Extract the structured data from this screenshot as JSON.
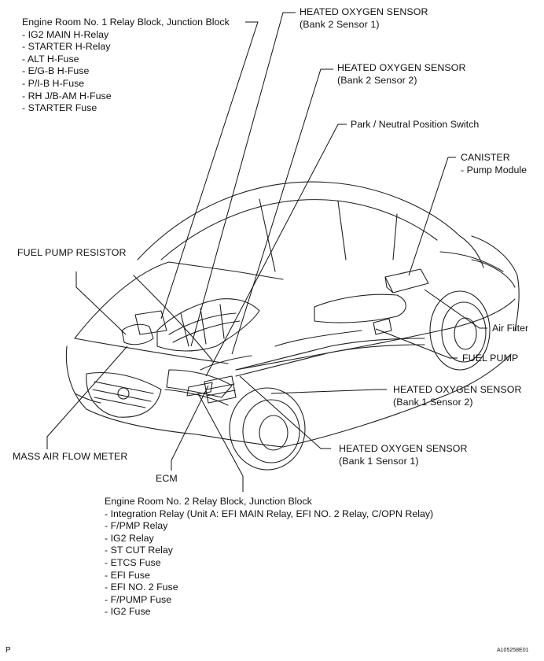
{
  "diagram": {
    "engine_room_1": {
      "title": "Engine Room No. 1 Relay Block, Junction Block",
      "items": [
        "- IG2 MAIN H-Relay",
        "- STARTER H-Relay",
        "- ALT H-Fuse",
        "- E/G-B H-Fuse",
        "- P/I-B H-Fuse",
        "- RH J/B-AM H-Fuse",
        "- STARTER Fuse"
      ]
    },
    "hos_bank2_s1": {
      "line1": "HEATED OXYGEN SENSOR",
      "line2": "(Bank 2 Sensor 1)"
    },
    "hos_bank2_s2": {
      "line1": "HEATED OXYGEN SENSOR",
      "line2": "(Bank 2 Sensor 2)"
    },
    "park_neutral": {
      "text": "Park / Neutral Position Switch"
    },
    "canister": {
      "line1": "CANISTER",
      "line2": "- Pump Module"
    },
    "fuel_pump_resistor": {
      "text": "FUEL PUMP RESISTOR"
    },
    "air_filter": {
      "text": "Air Filter"
    },
    "fuel_pump": {
      "text": "FUEL PUMP"
    },
    "hos_bank1_s2": {
      "line1": "HEATED OXYGEN SENSOR",
      "line2": "(Bank 1 Sensor 2)"
    },
    "maf": {
      "text": "MASS AIR FLOW METER"
    },
    "hos_bank1_s1": {
      "line1": "HEATED OXYGEN SENSOR",
      "line2": "(Bank 1 Sensor 1)"
    },
    "ecm": {
      "text": "ECM"
    },
    "engine_room_2": {
      "title": "Engine Room No. 2 Relay Block, Junction Block",
      "items": [
        "- Integration Relay (Unit A: EFI MAIN Relay, EFI NO. 2 Relay, C/OPN Relay)",
        "- F/PMP Relay",
        "- IG2 Relay",
        "- ST CUT Relay",
        "- ETCS Fuse",
        "- EFI Fuse",
        "- EFI NO. 2 Fuse",
        "- F/PUMP Fuse",
        "- IG2 Fuse"
      ]
    },
    "corner_left": "P",
    "corner_right": "A105258E01"
  }
}
